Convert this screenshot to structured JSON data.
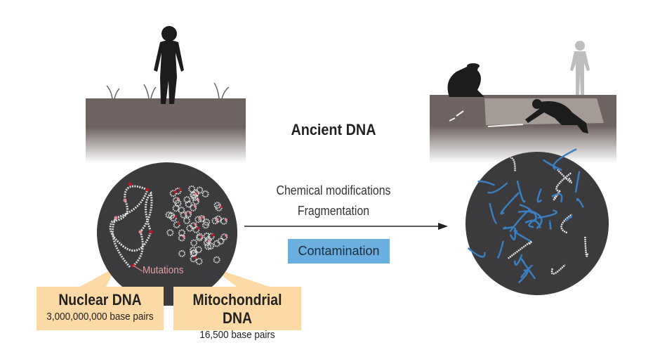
{
  "title": "Ancient DNA",
  "process": {
    "line1": "Chemical modifications",
    "line2": "Fragmentation",
    "contamination": "Contamination"
  },
  "labels": {
    "mutations": "Mutations",
    "nuclear": {
      "title": "Nuclear DNA",
      "subtitle": "3,000,000,000 base pairs"
    },
    "mito": {
      "title": "Mitochondrial DNA",
      "subtitle": "16,500 base pairs"
    }
  },
  "colors": {
    "soil": "#6e6360",
    "circle": "#3b3a3d",
    "label_bg": "#fcd9a5",
    "contamination": "#6aafe0",
    "mutation": "#c0182a"
  }
}
